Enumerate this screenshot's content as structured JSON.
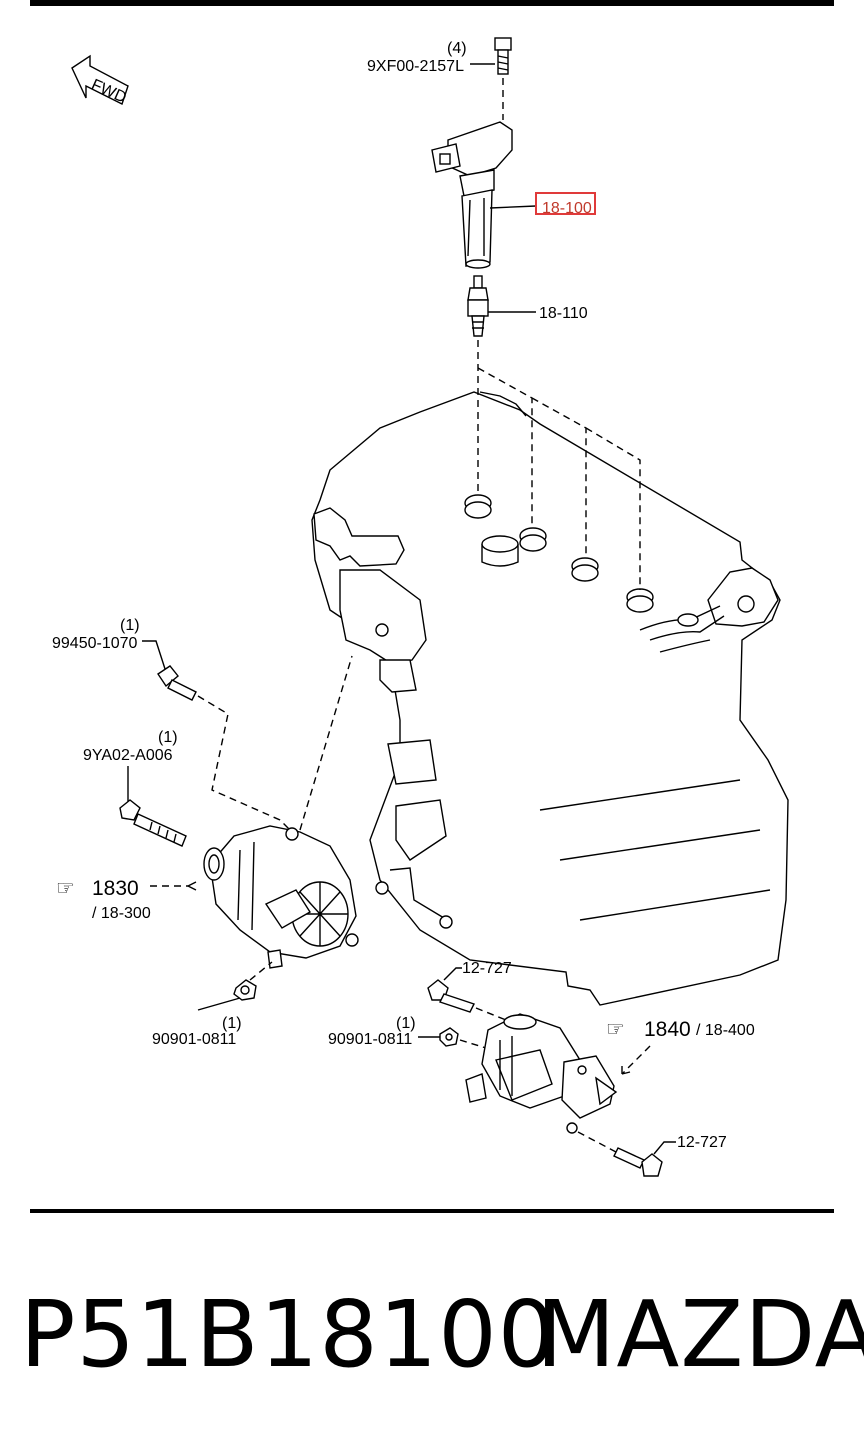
{
  "labels": {
    "bolt_coil_qty": "(4)",
    "bolt_coil_pn": "9XF00-2157L",
    "coil": "18-100",
    "spark_plug": "18-110",
    "bolt_upper_qty": "(1)",
    "bolt_upper_pn": "99450-1070",
    "bolt_lower_qty": "(1)",
    "bolt_lower_pn": "9YA02-A006",
    "alternator_ref": "1830",
    "alternator_sub": "/ 18-300",
    "alt_nut_qty": "(1)",
    "alt_nut_pn": "90901-0811",
    "starter_bolt_top": "12-727",
    "starter_nut_qty": "(1)",
    "starter_nut_pn": "90901-0811",
    "starter_ref": "1840",
    "starter_sub": "/ 18-400",
    "starter_bolt_bottom": "12-727",
    "fwd": "FWD"
  },
  "caption": {
    "part_number": "P51B18100",
    "brand": "MAZDA"
  },
  "colors": {
    "highlight_box": "#e03a3a",
    "highlight_text": "#c0392b"
  }
}
